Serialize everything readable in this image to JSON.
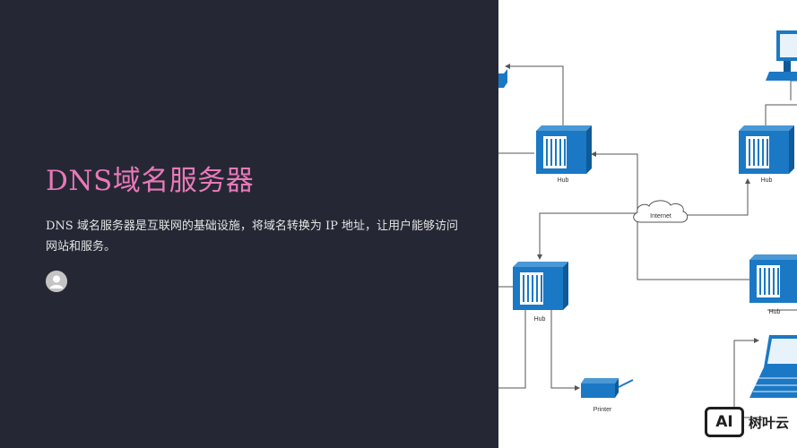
{
  "slide": {
    "title": "DNS域名服务器",
    "description": "DNS 域名服务器是互联网的基础设施，将域名转换为 IP 地址，让用户能够访问网站和服务。",
    "avatar_icon": "user-avatar-icon"
  },
  "diagram": {
    "labels": {
      "internet": "Internet",
      "hub": "Hub",
      "printer": "Printer"
    },
    "colors": {
      "device": "#1b78c4",
      "device_dark": "#0f5a98",
      "line": "#555555"
    }
  },
  "watermark": {
    "logo": "AI",
    "text": "树叶云"
  }
}
